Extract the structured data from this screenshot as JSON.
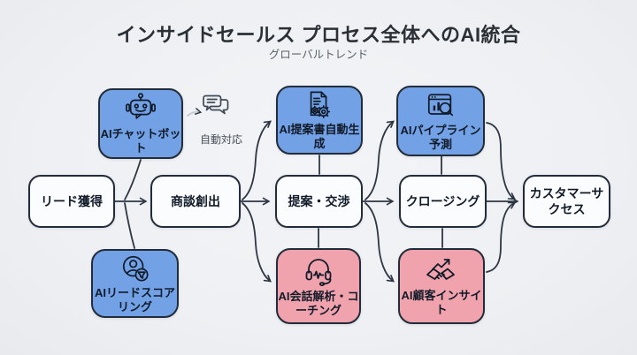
{
  "slide": {
    "title": "インサイドセールス プロセス全体へのAI統合",
    "subtitle": "グローバルトレンド"
  },
  "process_nodes": {
    "lead": "リード獲得",
    "deal": "商談創出",
    "proposal": "提案・交渉",
    "closing": "クロージング",
    "success": "カスタマーサクセス"
  },
  "ai_nodes": {
    "chatbot": "AIチャットボット",
    "proposal_gen": "AI提案書自動生成",
    "pipeline_forecast": "AIパイプライン予測",
    "lead_scoring": "AIリードスコアリング",
    "conversation_coaching": "AI会話解析・コーチング",
    "customer_insight": "AI顧客インサイト"
  },
  "annotation": {
    "auto_response": "自動対応"
  },
  "colors": {
    "bg": "#eef0f3",
    "node-blue": "#72a1e6",
    "node-pink": "#f0a2ad",
    "node-white": "#fbfcfe",
    "node-border": "#222c3a",
    "edge": "#2d3643",
    "edge-light": "#c7ccd3",
    "ink": "#111a28",
    "title-ink": "#2b3036",
    "subtitle-ink": "#596069",
    "annotation-ink": "#47505b"
  }
}
